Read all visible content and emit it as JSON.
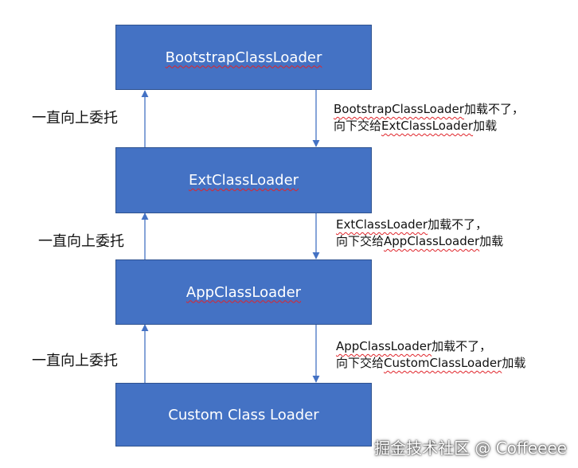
{
  "boxes": [
    {
      "label": "BootstrapClassLoader"
    },
    {
      "label": "ExtClassLoader"
    },
    {
      "label": "AppClassLoader"
    },
    {
      "label": "Custom Class Loader"
    }
  ],
  "delegate_up_labels": [
    "一直向上委托",
    "一直向上委托",
    "一直向上委托"
  ],
  "fallback_notes": [
    {
      "loader": "BootstrapClassLoader",
      "line1_suffix": "加载不了，",
      "line2_prefix": "向下交给",
      "target": "ExtClassLoader",
      "line2_suffix": "加载"
    },
    {
      "loader": "ExtClassLoader",
      "line1_suffix": "加载不了，",
      "line2_prefix": "向下交给",
      "target": "AppClassLoader",
      "line2_suffix": "加载"
    },
    {
      "loader": "AppClassLoader",
      "line1_suffix": "加载不了，",
      "line2_prefix": "向下交给",
      "target": "CustomClassLoader",
      "line2_suffix": "加载"
    }
  ],
  "watermark": "掘金技术社区 @ Coffeeee",
  "colors": {
    "box_fill": "#4472c4",
    "box_border": "#2f528f",
    "arrow": "#4472c4",
    "spellcheck": "#e0242a"
  }
}
